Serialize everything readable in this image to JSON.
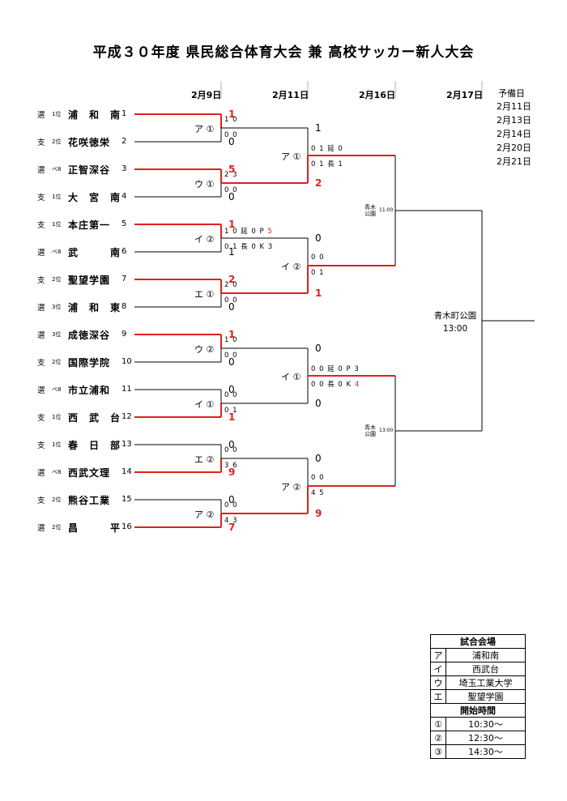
{
  "title": "平成３０年度 県民総合体育大会 兼 高校サッカー新人大会",
  "dates": [
    "2月9日",
    "2月11日",
    "2月16日",
    "2月17日"
  ],
  "yobi": {
    "label": "予備日",
    "days": [
      "2月11日",
      "2月13日",
      "2月14日",
      "2月20日",
      "2月21日"
    ]
  },
  "teams": [
    {
      "seed": "選",
      "rank": "1位",
      "name": "浦　和　南",
      "num": "1"
    },
    {
      "seed": "支",
      "rank": "2位",
      "name": "花咲徳栄",
      "num": "2"
    },
    {
      "seed": "選",
      "rank": "ベ8",
      "name": "正智深谷",
      "num": "3"
    },
    {
      "seed": "支",
      "rank": "1位",
      "name": "大　宮　南",
      "num": "4"
    },
    {
      "seed": "支",
      "rank": "1位",
      "name": "本庄第一",
      "num": "5"
    },
    {
      "seed": "選",
      "rank": "ベ8",
      "name": "武　　　南",
      "num": "6"
    },
    {
      "seed": "支",
      "rank": "2位",
      "name": "聖望学園",
      "num": "7"
    },
    {
      "seed": "選",
      "rank": "3位",
      "name": "浦　和　東",
      "num": "8"
    },
    {
      "seed": "選",
      "rank": "3位",
      "name": "成徳深谷",
      "num": "9"
    },
    {
      "seed": "支",
      "rank": "2位",
      "name": "国際学院",
      "num": "10"
    },
    {
      "seed": "選",
      "rank": "ベ8",
      "name": "市立浦和",
      "num": "11"
    },
    {
      "seed": "支",
      "rank": "1位",
      "name": "西　武　台",
      "num": "12"
    },
    {
      "seed": "支",
      "rank": "1位",
      "name": "春　日　部",
      "num": "13"
    },
    {
      "seed": "選",
      "rank": "ベ8",
      "name": "西武文理",
      "num": "14"
    },
    {
      "seed": "支",
      "rank": "2位",
      "name": "熊谷工業",
      "num": "15"
    },
    {
      "seed": "選",
      "rank": "2位",
      "name": "昌　　　平",
      "num": "16"
    }
  ],
  "r1_scores": [
    "1",
    "0",
    "5",
    "0",
    "1",
    "1",
    "2",
    "0",
    "1",
    "0",
    "0",
    "1",
    "0",
    "9",
    "0",
    "7"
  ],
  "r1_winners": [
    true,
    false,
    true,
    false,
    true,
    false,
    true,
    false,
    true,
    false,
    false,
    true,
    false,
    true,
    false,
    true
  ],
  "r1_venues": [
    "ア ①",
    "ウ ①",
    "イ ②",
    "エ ①",
    "ウ ②",
    "イ ①",
    "エ ②",
    "ア ②"
  ],
  "r1_half_top": [
    "1 0",
    "2 3",
    "1 0 延 0 P ",
    "2 0",
    "1 0",
    "0 0",
    "0 0",
    "0 0"
  ],
  "r1_half_top_red": [
    "",
    "",
    "5",
    "",
    "",
    "",
    "",
    ""
  ],
  "r1_half_bot": [
    "0 0",
    "0 0",
    "0 1 長 0 K 3",
    "0 0",
    "0 0",
    "0 1",
    "3 6",
    "4 3"
  ],
  "r2_scores": [
    "1",
    "2",
    "0",
    "1",
    "0",
    "0",
    "0",
    "9"
  ],
  "r2_winners": [
    false,
    true,
    false,
    true,
    false,
    false,
    false,
    true
  ],
  "r2_venues": [
    "ア ①",
    "イ ②",
    "イ ①",
    "ア ②"
  ],
  "r2_half_top": [
    "0 1 延 0",
    "0 0",
    "0 0 延 0 P 3",
    "0 0"
  ],
  "r2_half_bot": [
    "0 1 長 1",
    "0 1",
    "0 0 長 0 K ",
    "4 5"
  ],
  "r2_half_bot_red": [
    "",
    "",
    "4",
    ""
  ],
  "sf_venues": [
    {
      "venue": "青木\n公園",
      "time": "11:00"
    },
    {
      "venue": "青木\n公園",
      "time": "13:00"
    }
  ],
  "final_venue": {
    "venue": "青木町公園",
    "time": "13:00"
  },
  "legend": {
    "venue_header": "試合会場",
    "venues": [
      {
        "k": "ア",
        "v": "浦和南"
      },
      {
        "k": "イ",
        "v": "西武台"
      },
      {
        "k": "ウ",
        "v": "埼玉工業大学"
      },
      {
        "k": "エ",
        "v": "聖望学園"
      }
    ],
    "time_header": "開始時間",
    "times": [
      {
        "k": "①",
        "v": "10:30～"
      },
      {
        "k": "②",
        "v": "12:30～"
      },
      {
        "k": "③",
        "v": "14:30～"
      }
    ]
  },
  "colors": {
    "win_line": "#e0201e",
    "line": "#000000",
    "guide": "#b0b0b0"
  }
}
